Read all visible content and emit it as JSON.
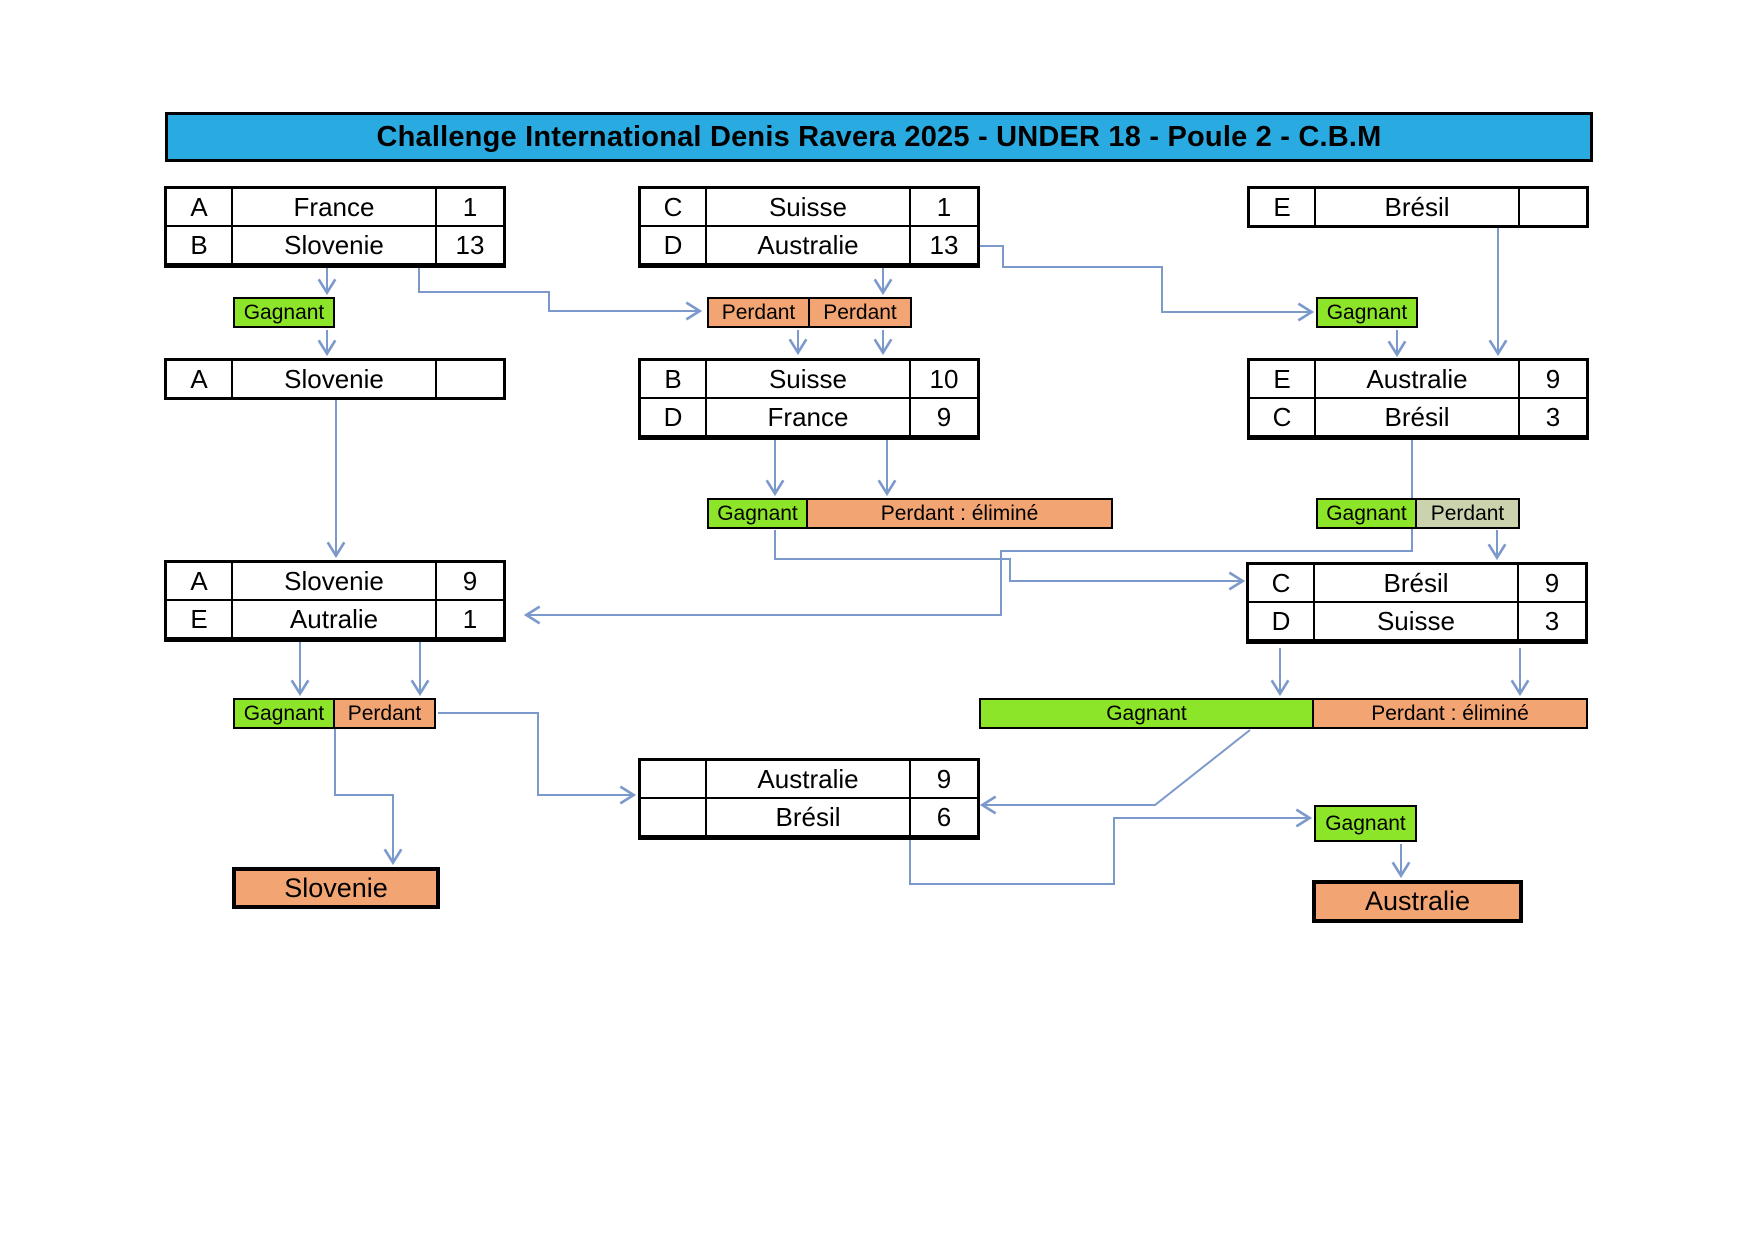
{
  "title": "Challenge International Denis Ravera 2025 - UNDER 18 - Poule 2  - C.B.M",
  "labels": {
    "gagnant": "Gagnant",
    "perdant": "Perdant",
    "perdant_elimine": "Perdant : éliminé"
  },
  "matches": {
    "round1_left": {
      "rows": [
        {
          "letter": "A",
          "name": "France",
          "score": "1"
        },
        {
          "letter": "B",
          "name": "Slovenie",
          "score": "13"
        }
      ]
    },
    "round1_mid": {
      "rows": [
        {
          "letter": "C",
          "name": "Suisse",
          "score": "1"
        },
        {
          "letter": "D",
          "name": "Australie",
          "score": "13"
        }
      ]
    },
    "round1_right": {
      "rows": [
        {
          "letter": "E",
          "name": "Brésil",
          "score": ""
        }
      ]
    },
    "round2_left": {
      "rows": [
        {
          "letter": "A",
          "name": "Slovenie",
          "score": ""
        }
      ]
    },
    "round2_mid": {
      "rows": [
        {
          "letter": "B",
          "name": "Suisse",
          "score": "10"
        },
        {
          "letter": "D",
          "name": "France",
          "score": "9"
        }
      ]
    },
    "round2_right": {
      "rows": [
        {
          "letter": "E",
          "name": "Australie",
          "score": "9"
        },
        {
          "letter": "C",
          "name": "Brésil",
          "score": "3"
        }
      ]
    },
    "round3_left": {
      "rows": [
        {
          "letter": "A",
          "name": "Slovenie",
          "score": "9"
        },
        {
          "letter": "E",
          "name": "Autralie",
          "score": "1"
        }
      ]
    },
    "round3_right": {
      "rows": [
        {
          "letter": "C",
          "name": "Brésil",
          "score": "9"
        },
        {
          "letter": "D",
          "name": "Suisse",
          "score": "3"
        }
      ]
    },
    "final_mid": {
      "rows": [
        {
          "letter": "",
          "name": "Australie",
          "score": "9"
        },
        {
          "letter": "",
          "name": "Brésil",
          "score": "6"
        }
      ]
    }
  },
  "results": {
    "left_finalist": "Slovenie",
    "right_finalist": "Australie"
  },
  "colors": {
    "title_bg": "#29ABE2",
    "winner_green": "#8DE529",
    "loser_orange": "#F2A573",
    "loser_sage": "#CBD3AE",
    "connector_blue": "#7C99CC",
    "border_black": "#000000"
  }
}
